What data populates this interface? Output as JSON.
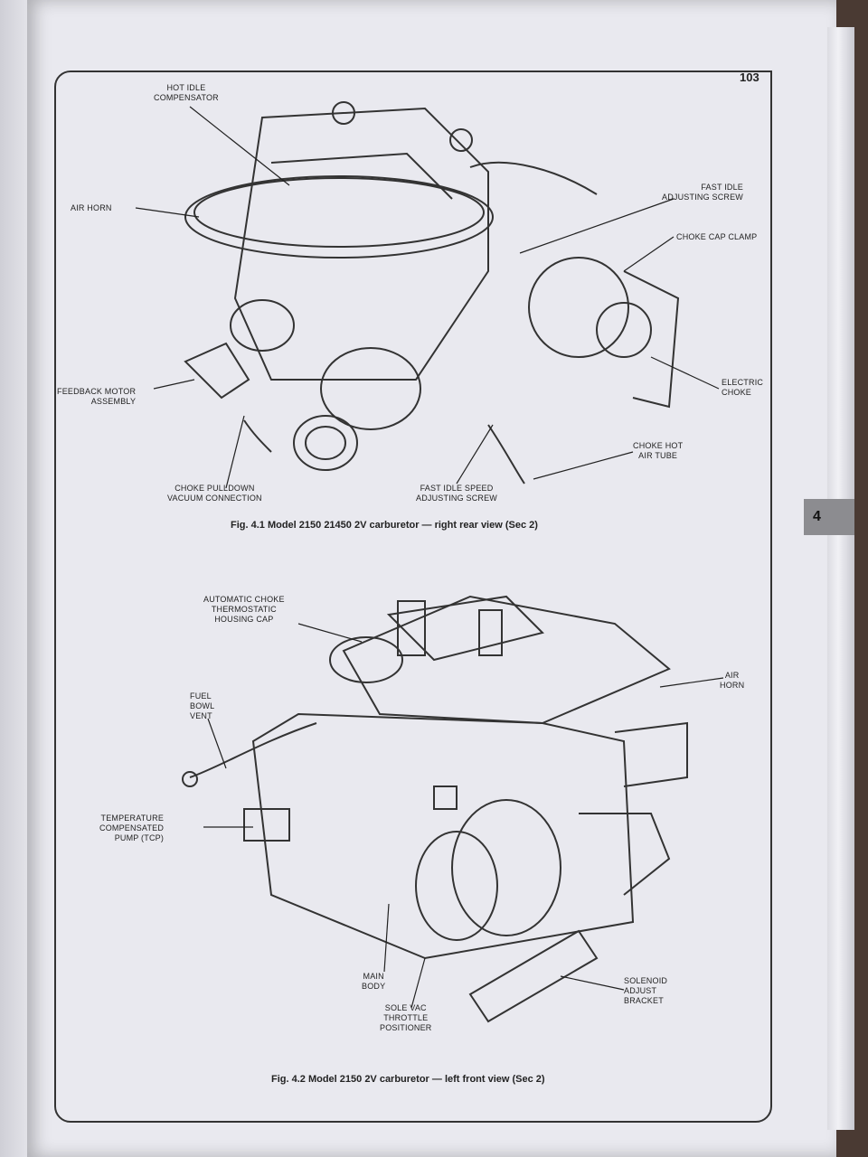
{
  "page_number": "103",
  "chapter_tab": "4",
  "fig1": {
    "caption": "Fig. 4.1 Model 2150 21450 2V carburetor — right rear view (Sec 2)",
    "labels": {
      "hot_idle": "HOT IDLE\nCOMPENSATOR",
      "air_horn": "AIR HORN",
      "fast_idle_screw": "FAST IDLE\nADJUSTING SCREW",
      "choke_cap_clamp": "CHOKE CAP CLAMP",
      "feedback_motor": "FEEDBACK MOTOR\nASSEMBLY",
      "electric_choke": "ELECTRIC\nCHOKE",
      "choke_hot_air": "CHOKE HOT\nAIR TUBE",
      "choke_pulldown": "CHOKE PULLDOWN\nVACUUM CONNECTION",
      "fast_idle_speed": "FAST IDLE SPEED\nADJUSTING SCREW"
    }
  },
  "fig2": {
    "caption": "Fig. 4.2 Model 2150 2V carburetor — left front view (Sec 2)",
    "labels": {
      "auto_choke": "AUTOMATIC CHOKE\nTHERMOSTATIC\nHOUSING CAP",
      "air_horn": "AIR\nHORN",
      "fuel_bowl_vent": "FUEL\nBOWL\nVENT",
      "tcp": "TEMPERATURE\nCOMPENSATED\nPUMP (TCP)",
      "main_body": "MAIN\nBODY",
      "sole_vac": "SOLE VAC\nTHROTTLE\nPOSITIONER",
      "solenoid_bracket": "SOLENOID\nADJUST\nBRACKET"
    }
  }
}
